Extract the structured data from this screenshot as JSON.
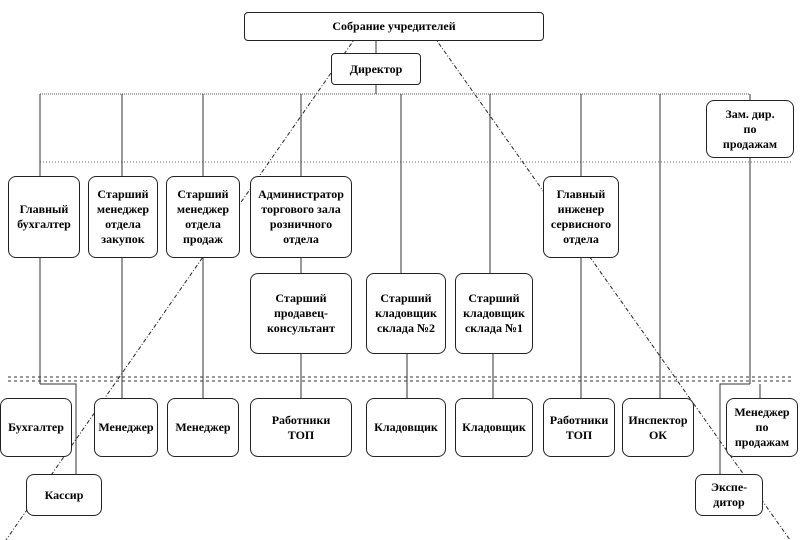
{
  "chart": {
    "top": "Собрание учредителей",
    "director": "Директор",
    "deputy": "Зам. дир.\nпо\nпродажам",
    "mid": {
      "chief_accountant": "Главный\nбухгалтер",
      "senior_purchasing": "Старший\nменеджер\nотдела\nзакупок",
      "senior_sales": "Старший\nменеджер\nотдела\nпродаж",
      "retail_admin": "Администратор\nторгового зала\nрозничного\nотдела",
      "chief_engineer": "Главный\nинженер\nсервисного\nотдела"
    },
    "seniors": {
      "senior_consultant": "Старший\nпродавец-\nконсультант",
      "warehouse2": "Старший\nкладовщик\nсклада №2",
      "warehouse1": "Старший\nкладовщик\nсклада №1"
    },
    "bottom": {
      "accountant": "Бухгалтер",
      "manager1": "Менеджер",
      "manager2": "Менеджер",
      "top_workers1": "Работники\nТОП",
      "storekeeper1": "Кладовщик",
      "storekeeper2": "Кладовщик",
      "top_workers2": "Работники\nТОП",
      "inspector": "Инспектор\nОК",
      "sales_manager": "Менеджер\nпо\nпродажам"
    },
    "extra": {
      "cashier": "Кассир",
      "forwarder": "Экспе-\nдитор"
    }
  }
}
